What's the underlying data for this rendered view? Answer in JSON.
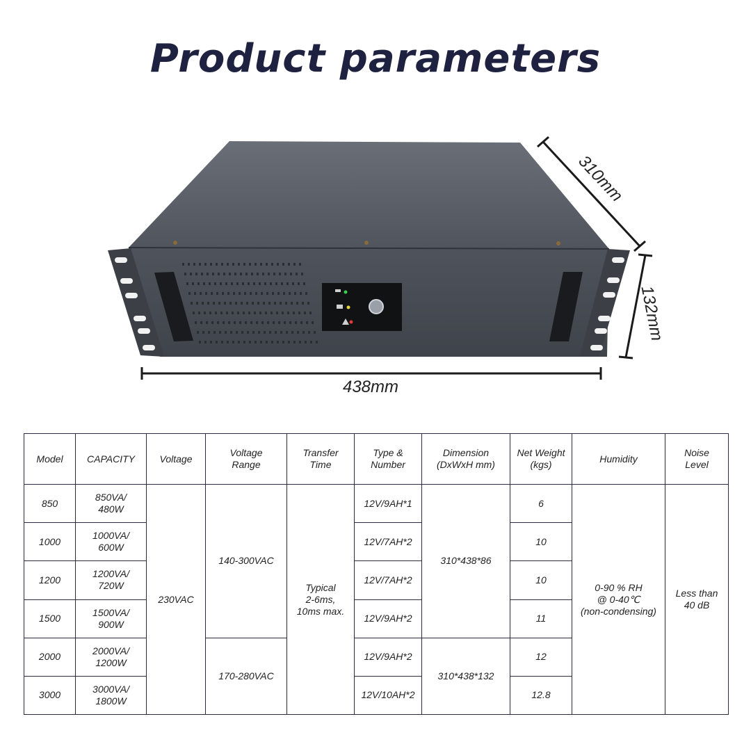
{
  "title": "Product parameters",
  "dimensions": {
    "depth": "310mm",
    "height": "132mm",
    "width": "438mm"
  },
  "table": {
    "headers": [
      "Model",
      "CAPACITY",
      "Voltage",
      "Voltage\nRange",
      "Transfer\nTime",
      "Type &\nNumber",
      "Dimension\n(DxWxH mm)",
      "Net Weight\n(kgs)",
      "Humidity",
      "Noise\nLevel"
    ],
    "rows": [
      {
        "model": "850",
        "capacity": "850VA/\n480W",
        "battery": "12V/9AH*1",
        "weight": "6"
      },
      {
        "model": "1000",
        "capacity": "1000VA/\n600W",
        "battery": "12V/7AH*2",
        "weight": "10"
      },
      {
        "model": "1200",
        "capacity": "1200VA/\n720W",
        "battery": "12V/7AH*2",
        "weight": "10"
      },
      {
        "model": "1500",
        "capacity": "1500VA/\n900W",
        "battery": "12V/9AH*2",
        "weight": "11"
      },
      {
        "model": "2000",
        "capacity": "2000VA/\n1200W",
        "battery": "12V/9AH*2",
        "weight": "12"
      },
      {
        "model": "3000",
        "capacity": "3000VA/\n1800W",
        "battery": "12V/10AH*2",
        "weight": "12.8"
      }
    ],
    "voltage": "230VAC",
    "voltage_range_a": "140-300VAC",
    "voltage_range_b": "170-280VAC",
    "transfer_time": "Typical\n2-6ms,\n10ms max.",
    "dimension_a": "310*438*86",
    "dimension_b": "310*438*132",
    "humidity": "0-90 % RH\n@ 0-40℃\n(non-condensing)",
    "noise": "Less than\n40 dB"
  },
  "colors": {
    "title": "#1f2140",
    "case_top": "#5a5e66",
    "case_front": "#4b4f57",
    "border": "#2a2a40"
  }
}
